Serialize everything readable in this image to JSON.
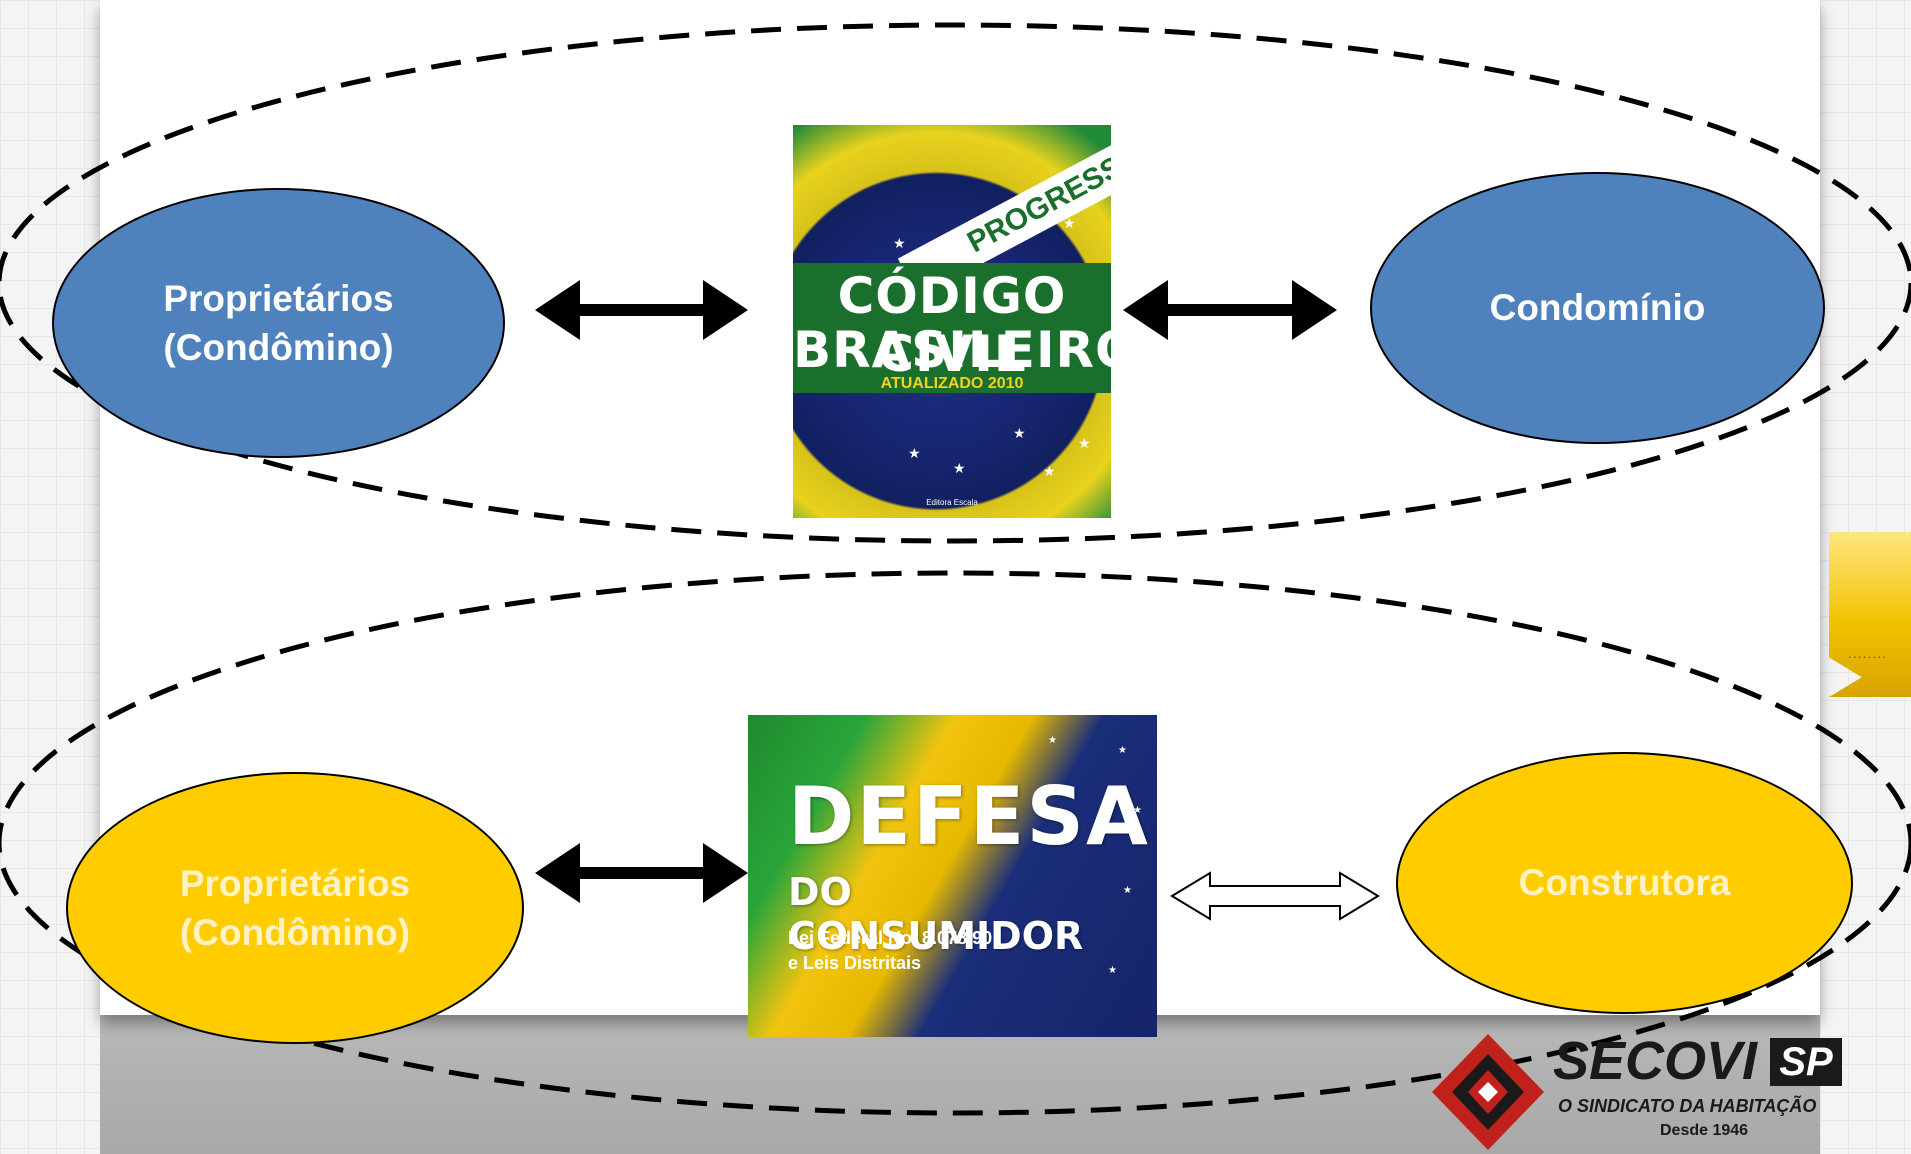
{
  "nodes": {
    "top_left": "Proprietários\n(Condômino)",
    "top_right": "Condomínio",
    "bottom_left": "Proprietários\n(Condômino)",
    "bottom_right": "Construtora"
  },
  "books": {
    "codigo_civil": {
      "ribbon": "PROGRESSO",
      "title_line1": "CÓDIGO CIVIL",
      "title_line2": "BRASILEIRO",
      "subtitle": "ATUALIZADO 2010",
      "publisher": "Editora Escala"
    },
    "defesa_consumidor": {
      "title_line1": "DEFESA",
      "title_line2": "DO CONSUMIDOR",
      "line3": "Lei Federal No. 8.078/90",
      "line4": "e Leis Distritais"
    }
  },
  "bookmark": {
    "dots": "........"
  },
  "logo": {
    "wordmark": "SECOVI",
    "badge": "SP",
    "tagline": "O SINDICATO DA HABITAÇÃO",
    "since": "Desde 1946"
  },
  "colors": {
    "node_blue": "#4f81bd",
    "node_yellow": "#ffcc00",
    "node_yellow_text": "#fff2c4"
  }
}
